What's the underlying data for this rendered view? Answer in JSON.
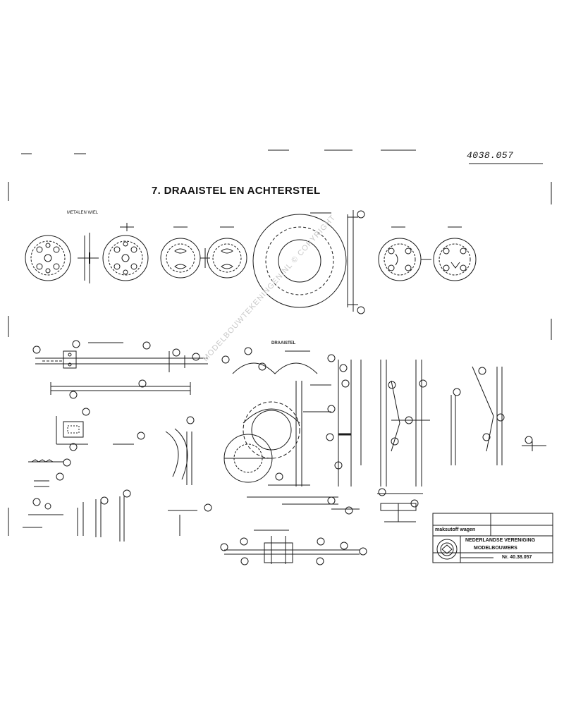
{
  "drawing": {
    "reference_number": "4038.057",
    "title": "7. DRAAISTEL EN ACHTERSTEL",
    "watermark": "MODELBOUWTEKENINGEN.NL © COPYRIGHT",
    "labels": {
      "draaistel": "DRAAISTEL",
      "metalen_wiel": "METALEN WIEL"
    },
    "title_block": {
      "drawing_name": "maksutoff wagen",
      "organization_line1": "NEDERLANDSE VERENIGING",
      "organization_line2": "MODELBOUWERS",
      "number": "Nr. 40.38.057"
    }
  }
}
